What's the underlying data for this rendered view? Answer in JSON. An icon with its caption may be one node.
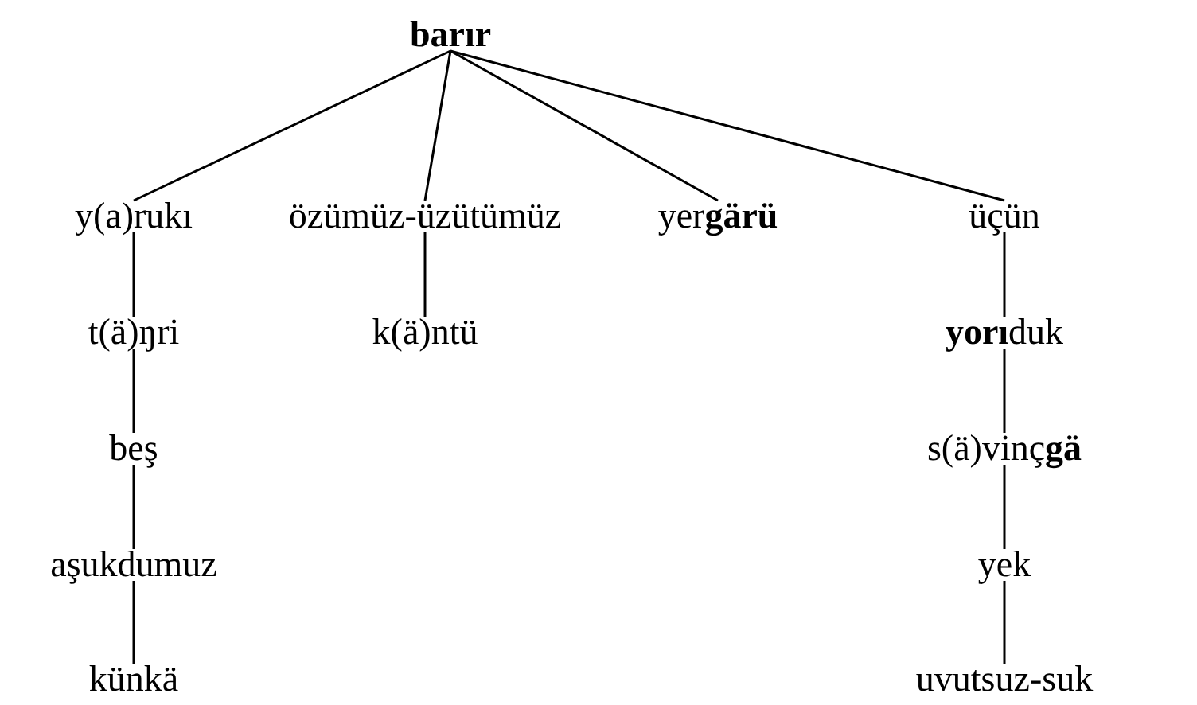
{
  "diagram": {
    "nodes": [
      {
        "text": [
          "barır"
        ]
      },
      {
        "text": [
          "y(a)rukı"
        ]
      },
      {
        "text": [
          "özümüz-üzütümüz"
        ]
      },
      {
        "text": [
          "yer**gärü**"
        ]
      },
      {
        "text": [
          "üçün"
        ]
      },
      {
        "text": [
          "t(ä)ŋri"
        ]
      },
      {
        "text": [
          "k(ä)ntü"
        ]
      },
      {
        "text": [
          "**yorı**duk"
        ]
      },
      {
        "text": [
          "beş"
        ]
      },
      {
        "text": [
          "s(ä)vinç**gä**"
        ]
      },
      {
        "text": [
          "aşukdumuz"
        ]
      },
      {
        "text": [
          "yek"
        ]
      },
      {
        "text": [
          "künkä"
        ]
      },
      {
        "text": [
          "uvutsuz-suk"
        ]
      }
    ],
    "edges": [
      {
        "from": 0,
        "to": 1,
        "arrow": "none"
      },
      {
        "from": 0,
        "to": 2,
        "arrow": "none"
      },
      {
        "from": 0,
        "to": 3,
        "arrow": "none"
      },
      {
        "from": 0,
        "to": 4,
        "arrow": "none"
      },
      {
        "from": 1,
        "to": 5,
        "arrow": "none"
      },
      {
        "from": 5,
        "to": 8,
        "arrow": "none"
      },
      {
        "from": 8,
        "to": 10,
        "arrow": "none"
      },
      {
        "from": 10,
        "to": 12,
        "arrow": "none"
      },
      {
        "from": 2,
        "to": 6,
        "arrow": "none"
      },
      {
        "from": 4,
        "to": 7,
        "arrow": "none"
      },
      {
        "from": 7,
        "to": 9,
        "arrow": "none"
      },
      {
        "from": 9,
        "to": 11,
        "arrow": "none"
      },
      {
        "from": 11,
        "to": 13,
        "arrow": "none"
      }
    ]
  }
}
